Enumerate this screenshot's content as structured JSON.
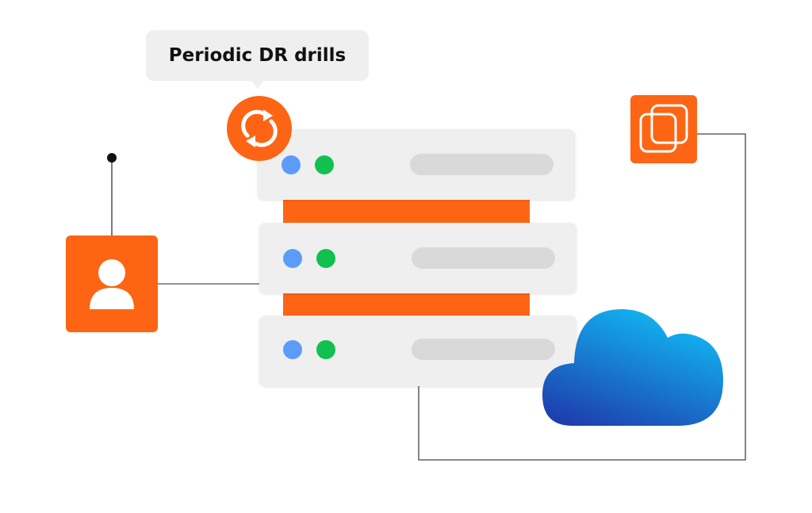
{
  "callout": {
    "label": "Periodic DR drills"
  },
  "icons": [
    "sync-icon",
    "user-icon",
    "copy-icon",
    "cloud-icon"
  ],
  "colors": {
    "accent": "#fd6514",
    "server": "#efefef",
    "status_blue": "#5b9cf8",
    "status_green": "#10c150",
    "cloud_top": "#12b0ee",
    "cloud_bottom": "#1e3fae"
  },
  "servers": [
    {
      "name": "server-1"
    },
    {
      "name": "server-2"
    },
    {
      "name": "server-3"
    }
  ]
}
